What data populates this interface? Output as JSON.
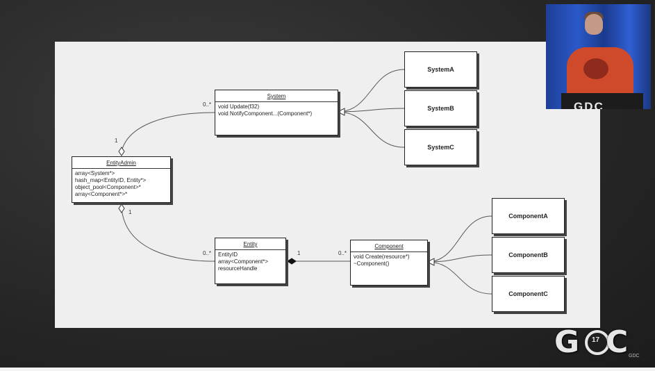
{
  "diagram": {
    "system": {
      "title": "System",
      "members": [
        "void Update(f32)",
        "void NotifyComponent...(Component*)"
      ]
    },
    "entity_admin": {
      "title": "EntityAdmin",
      "members": [
        "array<System*>",
        "hash_map<EntityID, Entity*>",
        "object_pool<Component>*",
        "array<Component*>*"
      ]
    },
    "entity": {
      "title": "Entity",
      "members": [
        "EntityID",
        "array<Component*>",
        "resourceHandle"
      ]
    },
    "component": {
      "title": "Component",
      "members": [
        "void Create(resource*)",
        "~Component()"
      ]
    },
    "subclasses": {
      "system_a": "SystemA",
      "system_b": "SystemB",
      "system_c": "SystemC",
      "component_a": "ComponentA",
      "component_b": "ComponentB",
      "component_c": "ComponentC"
    },
    "multiplicities": {
      "admin_to_system_near": "1",
      "admin_to_system_far": "0..*",
      "admin_to_entity_near": "1",
      "admin_to_entity_far": "0..*",
      "entity_to_component_near": "1",
      "entity_to_component_far": "0..*"
    }
  },
  "logo": {
    "left_letter": "G",
    "right_letter": "C",
    "number": "17",
    "small_text": "GDC"
  },
  "colors": {
    "slide_background": "#efefef",
    "pointer_dot": "#e83030"
  },
  "icons": [
    "red-laser-pointer-dot",
    "gdc-logo"
  ]
}
